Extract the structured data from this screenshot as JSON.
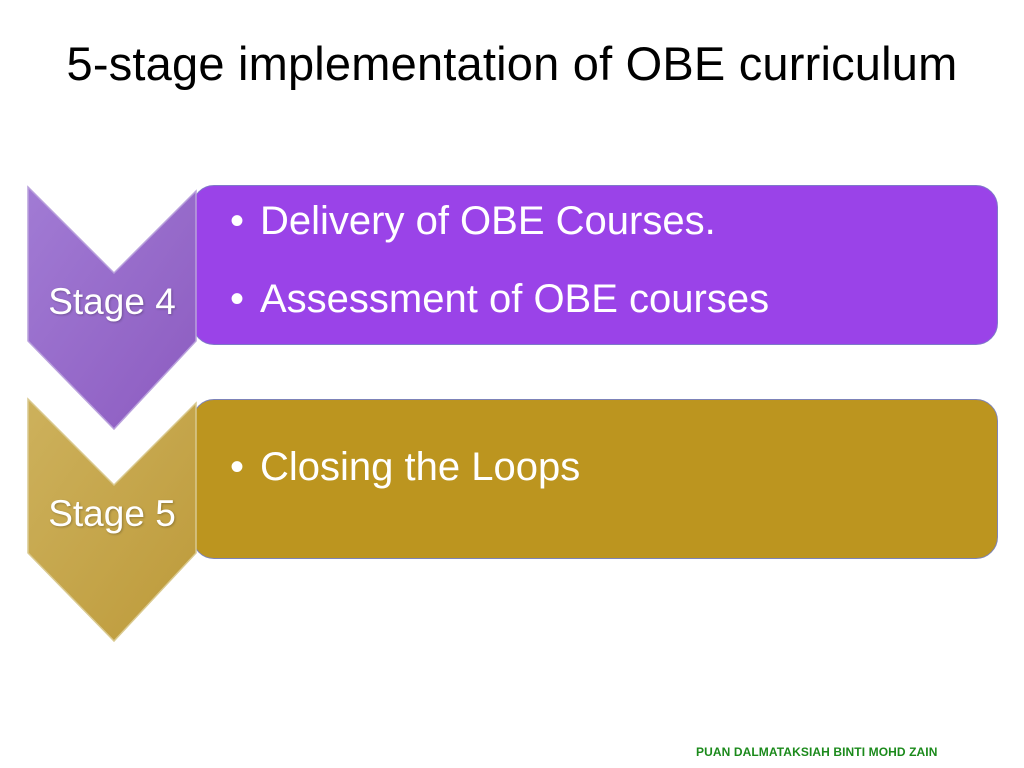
{
  "slide": {
    "title": "5-stage implementation of OBE curriculum",
    "footer": "PUAN DALMATAKSIAH BINTI MOHD ZAIN"
  },
  "stages": [
    {
      "label": "Stage 4",
      "bullets": [
        "Delivery of OBE Courses.",
        "Assessment of OBE courses"
      ],
      "chevron_color": "#9667c8",
      "box_color": "#9a43e8"
    },
    {
      "label": "Stage 5",
      "bullets": [
        "Closing the Loops"
      ],
      "chevron_color": "#c4a64c",
      "box_color": "#bc951f"
    }
  ],
  "icons": {
    "bullet": "•"
  }
}
